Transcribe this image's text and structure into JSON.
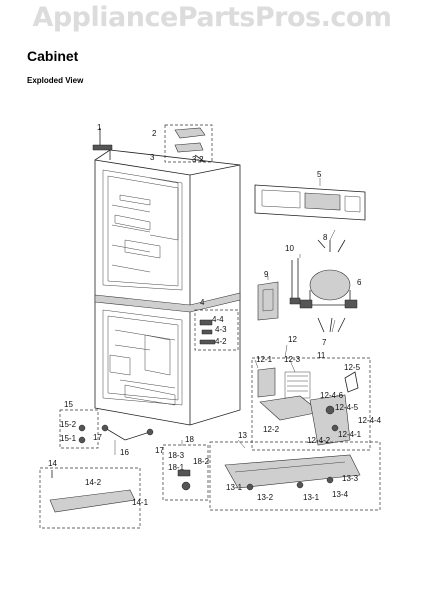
{
  "watermark": "AppliancePartsPros.com",
  "title": "Cabinet",
  "subtitle": "Exploded View",
  "callouts": {
    "c1": "1",
    "c2": "2",
    "c3": "3",
    "c3_2": "3-2",
    "c4": "4",
    "c4_4a": "4-4",
    "c4_3": "4-3",
    "c4_2": "4-2",
    "c5": "5",
    "c6": "6",
    "c7": "7",
    "c8": "8",
    "c9": "9",
    "c10": "10",
    "c11": "11",
    "c12": "12",
    "c12_1": "12-1",
    "c12_3": "12-3",
    "c12_5": "12-5",
    "c12_2": "12-2",
    "c12_4_6": "12-4-6",
    "c12_4_5": "12-4-5",
    "c12_4_2": "12-4-2",
    "c12_4_1": "12-4-1",
    "c12_4_4": "12-4-4",
    "c13": "13",
    "c13_1a": "13-1",
    "c13_2": "13-2",
    "c13_1b": "13-1",
    "c13_3": "13-3",
    "c13_4": "13-4",
    "c14": "14",
    "c14_2": "14-2",
    "c14_1": "14-1",
    "c15": "15",
    "c15_2": "15-2",
    "c15_1": "15-1",
    "c16": "16",
    "c17a": "17",
    "c17b": "17",
    "c18": "18",
    "c18_3": "18-3",
    "c18_1": "18-1",
    "c18_2": "18-2"
  },
  "colors": {
    "watermark": "#dcdcdc",
    "ink": "#222222",
    "shade": "#cfcfcf"
  }
}
